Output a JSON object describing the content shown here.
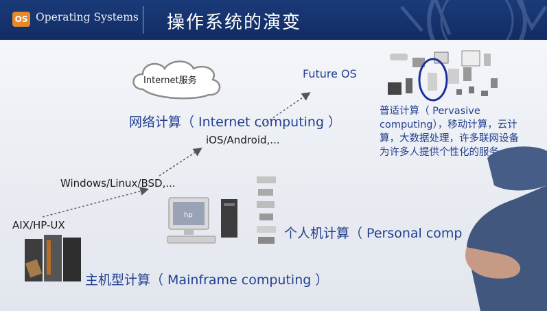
{
  "header": {
    "logo_text": "OS",
    "brand": "Operating Systems",
    "title": "操作系统的演变"
  },
  "diagram": {
    "cloud_label": "Internet服务",
    "future_os": "Future OS",
    "internet_computing": "网络计算（ Internet computing ）",
    "mobile_os": "iOS/Android,...",
    "desktop_os": "Windows/Linux/BSD,...",
    "mainframe_os": "AIX/HP-UX",
    "personal_computing": "个人机计算（ Personal comp",
    "mainframe_computing": "主机型计算（ Mainframe computing ）",
    "pervasive_computing": "普适计算（ Pervasive computing），移动计算，云计算，大数据处理，许多联网设备为许多人提供个性化的服务"
  },
  "colors": {
    "header_bg": "#122c64",
    "accent_orange": "#e7892b",
    "text_blue": "#213f8f",
    "text_dark": "#1a1a1a"
  },
  "icons": [
    "os-logo-icon",
    "cloud-icon",
    "mainframe-icon",
    "personal-computer-icon",
    "peripherals-icon",
    "pervasive-devices-icon"
  ]
}
